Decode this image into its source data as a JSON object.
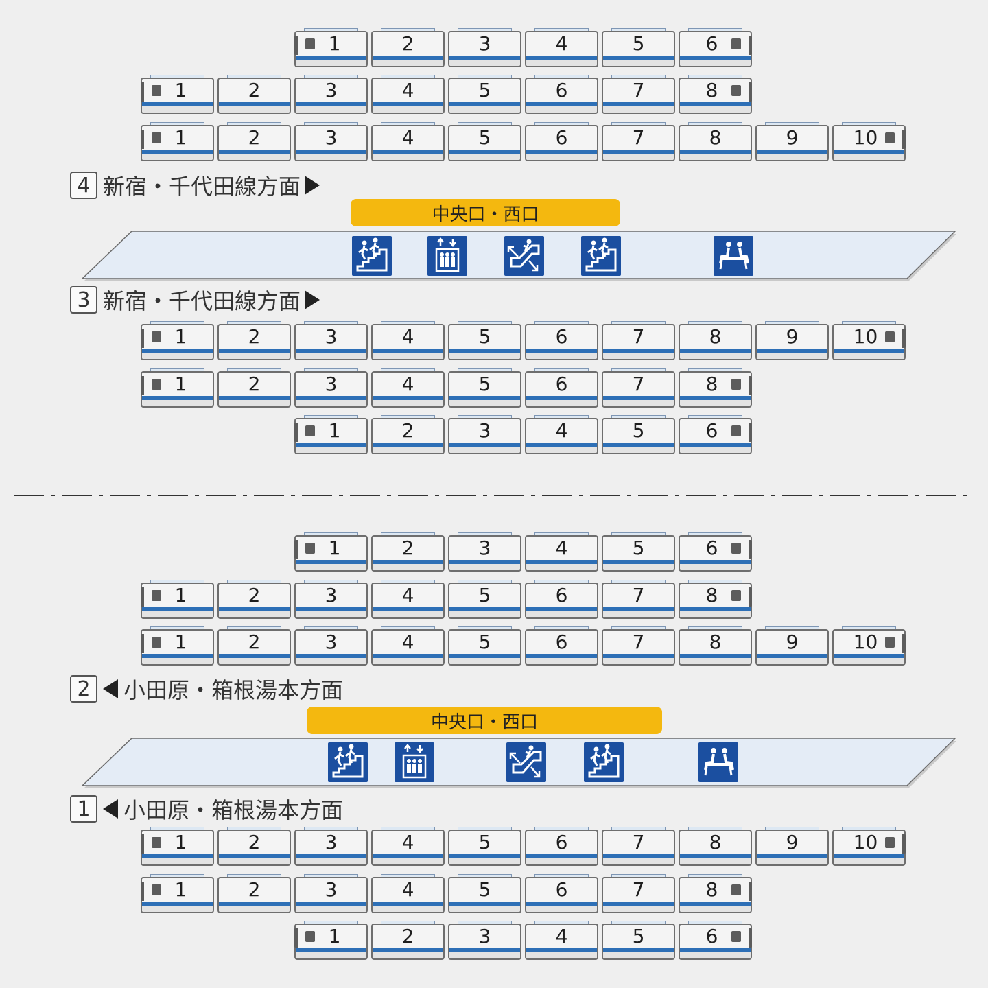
{
  "colors": {
    "background": "#efefef",
    "stripe": "#2d6fb6",
    "exit_banner": "#f4b80f",
    "icon_bg": "#1b4fa0",
    "platform": "#e4ecf6"
  },
  "upper": {
    "track4": {
      "number": "4",
      "destination": "新宿・千代田線方面",
      "direction": "right"
    },
    "track3": {
      "number": "3",
      "destination": "新宿・千代田線方面",
      "direction": "right"
    },
    "exit": "中央口・西口",
    "icons": [
      "stairs-icon",
      "elevator-icon",
      "escalator-icon",
      "stairs-icon",
      "waiting-bench-icon"
    ]
  },
  "lower": {
    "track2": {
      "number": "2",
      "destination": "小田原・箱根湯本方面",
      "direction": "left"
    },
    "track1": {
      "number": "1",
      "destination": "小田原・箱根湯本方面",
      "direction": "left"
    },
    "exit": "中央口・西口",
    "icons": [
      "stairs-icon",
      "elevator-icon",
      "escalator-icon",
      "stairs-icon",
      "waiting-bench-icon"
    ]
  },
  "trains": [
    {
      "name": "upper-6car-a",
      "cars": [
        "1",
        "2",
        "3",
        "4",
        "5",
        "6"
      ]
    },
    {
      "name": "upper-8car-a",
      "cars": [
        "1",
        "2",
        "3",
        "4",
        "5",
        "6",
        "7",
        "8"
      ]
    },
    {
      "name": "upper-10car-a",
      "cars": [
        "1",
        "2",
        "3",
        "4",
        "5",
        "6",
        "7",
        "8",
        "9",
        "10"
      ]
    },
    {
      "name": "upper-10car-b",
      "cars": [
        "1",
        "2",
        "3",
        "4",
        "5",
        "6",
        "7",
        "8",
        "9",
        "10"
      ]
    },
    {
      "name": "upper-8car-b",
      "cars": [
        "1",
        "2",
        "3",
        "4",
        "5",
        "6",
        "7",
        "8"
      ]
    },
    {
      "name": "upper-6car-b",
      "cars": [
        "1",
        "2",
        "3",
        "4",
        "5",
        "6"
      ]
    },
    {
      "name": "lower-6car-a",
      "cars": [
        "1",
        "2",
        "3",
        "4",
        "5",
        "6"
      ]
    },
    {
      "name": "lower-8car-a",
      "cars": [
        "1",
        "2",
        "3",
        "4",
        "5",
        "6",
        "7",
        "8"
      ]
    },
    {
      "name": "lower-10car-a",
      "cars": [
        "1",
        "2",
        "3",
        "4",
        "5",
        "6",
        "7",
        "8",
        "9",
        "10"
      ]
    },
    {
      "name": "lower-10car-b",
      "cars": [
        "1",
        "2",
        "3",
        "4",
        "5",
        "6",
        "7",
        "8",
        "9",
        "10"
      ]
    },
    {
      "name": "lower-8car-b",
      "cars": [
        "1",
        "2",
        "3",
        "4",
        "5",
        "6",
        "7",
        "8"
      ]
    },
    {
      "name": "lower-6car-b",
      "cars": [
        "1",
        "2",
        "3",
        "4",
        "5",
        "6"
      ]
    }
  ]
}
